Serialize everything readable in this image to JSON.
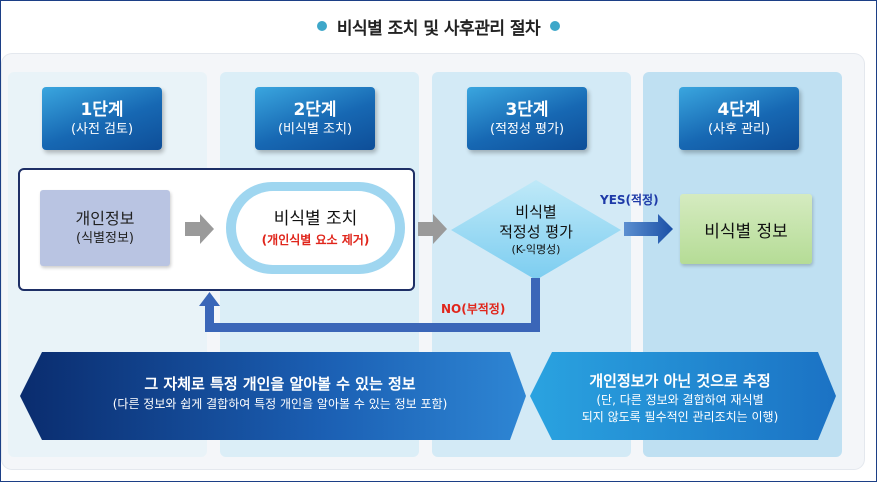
{
  "title": "비식별 조치 및 사후관리 절차",
  "steps": [
    {
      "stage": "1단계",
      "name": "(사전 검토)"
    },
    {
      "stage": "2단계",
      "name": "(비식별 조치)"
    },
    {
      "stage": "3단계",
      "name": "(적정성 평가)"
    },
    {
      "stage": "4단계",
      "name": "(사후 관리)"
    }
  ],
  "nodes": {
    "personal_info": {
      "title": "개인정보",
      "sub": "(식별정보)"
    },
    "deidentify": {
      "title": "비식별 조치",
      "sub": "(개인식별 요소 제거)"
    },
    "evaluate": {
      "line1": "비식별",
      "line2": "적정성 평가",
      "sub": "(K-익명성)"
    },
    "anonymized": {
      "title": "비식별 정보"
    }
  },
  "edges": {
    "yes_label": "YES(적정)",
    "no_label": "NO(부적정)"
  },
  "banners": {
    "left": {
      "title": "그 자체로 특정 개인을 알아볼 수 있는 정보",
      "sub": "(다른 정보와 쉽게 결합하여 특정 개인을 알아볼 수 있는 정보 포함)"
    },
    "right": {
      "title": "개인정보가 아닌 것으로 추정",
      "sub1": "(단, 다른 정보와 결합하여 재식별",
      "sub2": "되지 않도록 필수적인 관리조치는 이행)"
    }
  },
  "colors": {
    "step_box": "#1768b3",
    "frame_border": "#1e2f66",
    "no_label": "#e0251b",
    "yes_label": "#1e3aa8",
    "anonymized_box": "#b5dc96",
    "personal_box": "#b9c4e2"
  }
}
